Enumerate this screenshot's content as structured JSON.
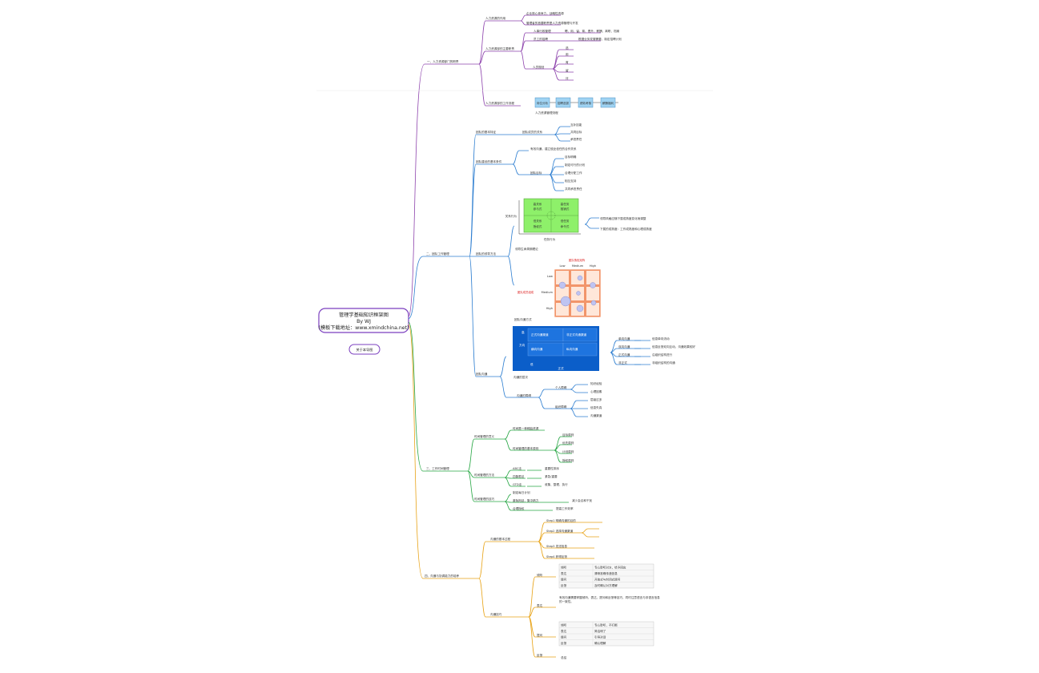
{
  "root": {
    "line1": "管理学基础知识框架图",
    "line2": "By WJ",
    "line3": "(模板下载地址：www.xmindchina.net)"
  },
  "related_button": "关于本导图",
  "branches": {
    "b1": {
      "label": "一、人力资源部门的职责",
      "n1": "人力资源的作用",
      "n1a": "企业核心竞争力，战略性资源",
      "n1b": "管理者的首要职责是人力资源管理与开发",
      "n2": "人力资源部的主要职责",
      "n2a": "人事行政管理",
      "n2a_d": "聘、用、留、育、晋升、薪酬、离职、档案",
      "n2b": "员工的招聘",
      "n2b_d": "根据业务发展需要，制定招聘计划",
      "n2c": "人员规划",
      "n2c_items": [
        "选",
        "用",
        "育",
        "留",
        "评"
      ],
      "n3": "人力资源部的工作流程",
      "flow": [
        "岗位分析",
        "招聘选拔",
        "绩效考核",
        "薪酬福利"
      ],
      "flow_caption": "人力资源管理流程"
    },
    "b2": {
      "label": "二、团队工作管理",
      "n1": "团队的基本特征",
      "n1a": "团队成员的关系",
      "n1a_items": [
        "互补技能",
        "共同目标",
        "承担责任"
      ],
      "n2": "团队建设的基本条件",
      "n2a": "有效沟通，建立彼此信任的合作关系",
      "n2b": "团队目标",
      "n2b_items": [
        "目标明确",
        "制定可行的计划",
        "合理分配工作",
        "相互支持",
        "共同承担责任"
      ],
      "n3": "团队的领导方法",
      "matrix_labels": [
        "高关系",
        "高任务",
        "低关系",
        "低任务",
        "参与式",
        "推销式",
        "授权式",
        "命令式"
      ],
      "matrix_x": "任务行为",
      "matrix_y": "关系行为",
      "matrix_caption": "领导生命周期理论",
      "matrix_note1": "领导风格应随下属成熟度变化而调整",
      "matrix_note2": "下属的成熟度：工作成熟度和心理成熟度",
      "grid_title": "团队角色矩阵",
      "grid_cols": [
        "Low",
        "Medium",
        "High"
      ],
      "grid_rows": [
        "Low",
        "Medium",
        "High"
      ],
      "grid_side": "团队成员组成",
      "n4": "团队沟通",
      "comm_title": "团队沟通方式",
      "comm_cells": [
        "正式沟通渠道",
        "非正式沟通渠道",
        "横向沟通",
        "纵向沟通"
      ],
      "comm_axis_y": "方向",
      "comm_axis_x": "正式",
      "comm_low": "低",
      "comm_high": "高",
      "comm_caption": "沟通的层次",
      "comm_r1": "单向沟通",
      "comm_r1_d": "信息单向流动",
      "comm_r2": "双向沟通",
      "comm_r2_d": "信息反馈双向互动，沟通效果较好",
      "comm_r3": "正式沟通",
      "comm_r3_d": "沿组织结构进行",
      "comm_r4": "非正式",
      "comm_r4_d": "非组织结构的沟通",
      "n5": "沟通的障碍",
      "n5a": "个人障碍",
      "n5a_items": [
        "知识经验",
        "心理因素"
      ],
      "n5b": "组织障碍",
      "n5b_items": [
        "层级过多",
        "信息失真",
        "沟通渠道"
      ]
    },
    "b3": {
      "label": "三、工作时间管理",
      "n1": "时间管理的意义",
      "n1a": "时间是一种稀缺资源",
      "n1b": "时间管理的基本原则",
      "n1b_items": [
        "目标原则",
        "优先原则",
        "计划原则",
        "授权原则"
      ],
      "n2": "时间管理的方法",
      "n2a": "ABC法",
      "n2a_d": "重要性排序",
      "n2b": "四象限法",
      "n2b_d": "紧急/重要",
      "n2c": "GTD法",
      "n2c_d": "收集、整理、执行",
      "n3": "时间管理的技巧",
      "n3a": "制定每日计划",
      "n3b": "避免拖延，集中精力",
      "n3b_d": "减少会议和干扰",
      "n3c": "合理授权",
      "n3c_d": "提高工作效率"
    },
    "b4": {
      "label": "四、沟通与协调能力的培养",
      "n1": "沟通的基本过程",
      "steps": [
        "Step1 明确沟通的目的",
        "Step2 选择沟通渠道",
        "Step3 发送信息",
        "Step4 获得反馈"
      ],
      "n2": "沟通技巧",
      "n2_items": [
        "倾听",
        "表达",
        "提问",
        "反馈"
      ],
      "table1": [
        [
          "倾听",
          "专心聆听对方，给予回应"
        ],
        [
          "表达",
          "清晰准确传递信息"
        ],
        [
          "提问",
          "开放式与封闭式提问"
        ],
        [
          "反馈",
          "及时确认对方理解"
        ]
      ],
      "para": "有效沟通需要掌握倾听、表达、提问和反馈等技巧，同时注意语言与非语言信息的一致性。",
      "table2": [
        [
          "倾听",
          "专心聆听，不打断"
        ],
        [
          "表达",
          "简洁明了"
        ],
        [
          "提问",
          "引导对话"
        ],
        [
          "反馈",
          "确认理解"
        ]
      ],
      "end": "总结"
    }
  },
  "colors": {
    "b1": "#8e44ad",
    "b2": "#2f7fd1",
    "b3": "#28a745",
    "b4": "#e8a317",
    "root_border": "#7b3fbf",
    "matrix_fill": "#8ef06a",
    "comm_fill": "#0b5ec9"
  }
}
